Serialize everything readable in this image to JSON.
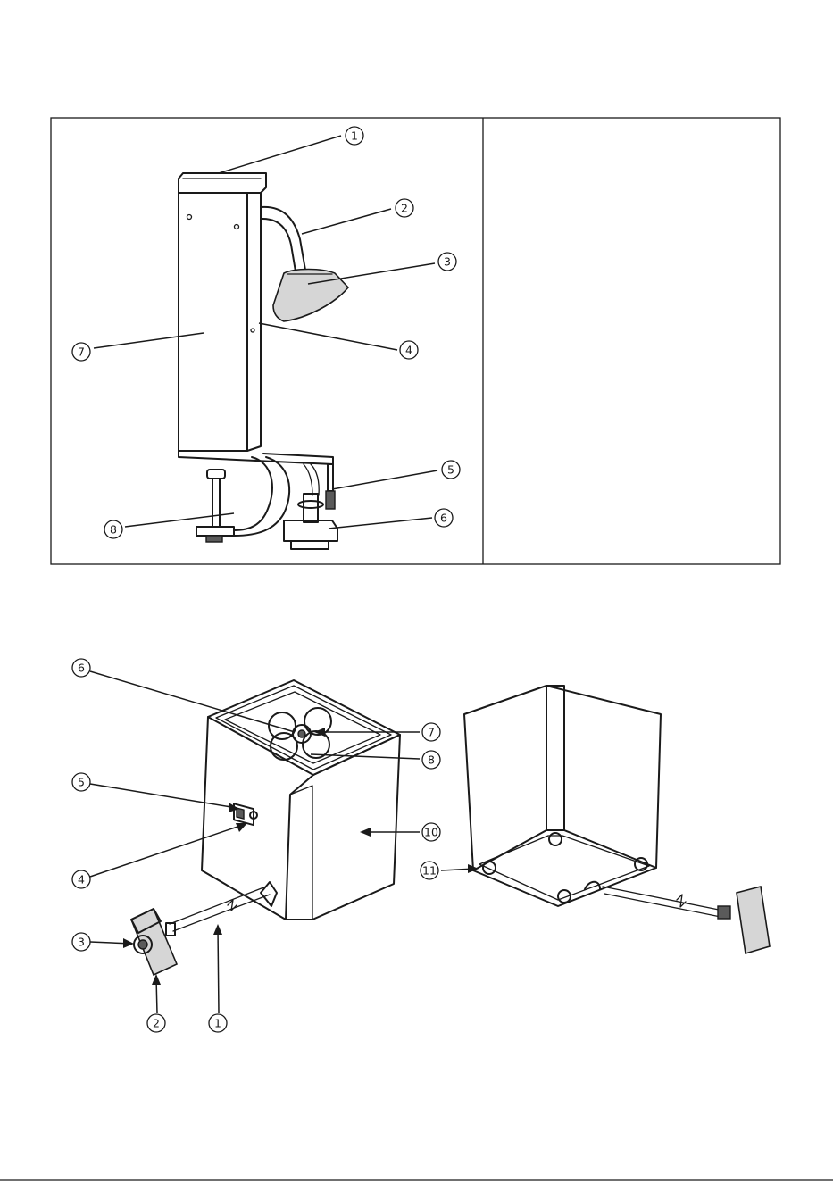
{
  "figure_top": {
    "callouts": [
      "1",
      "2",
      "3",
      "4",
      "5",
      "6",
      "7",
      "8"
    ]
  },
  "figure_bottom": {
    "callouts": [
      "1",
      "2",
      "3",
      "4",
      "5",
      "6",
      "7",
      "8",
      "10",
      "11"
    ]
  },
  "colors": {
    "line": "#1a1a1a",
    "shade": "#d6d6d6",
    "background": "#ffffff"
  }
}
